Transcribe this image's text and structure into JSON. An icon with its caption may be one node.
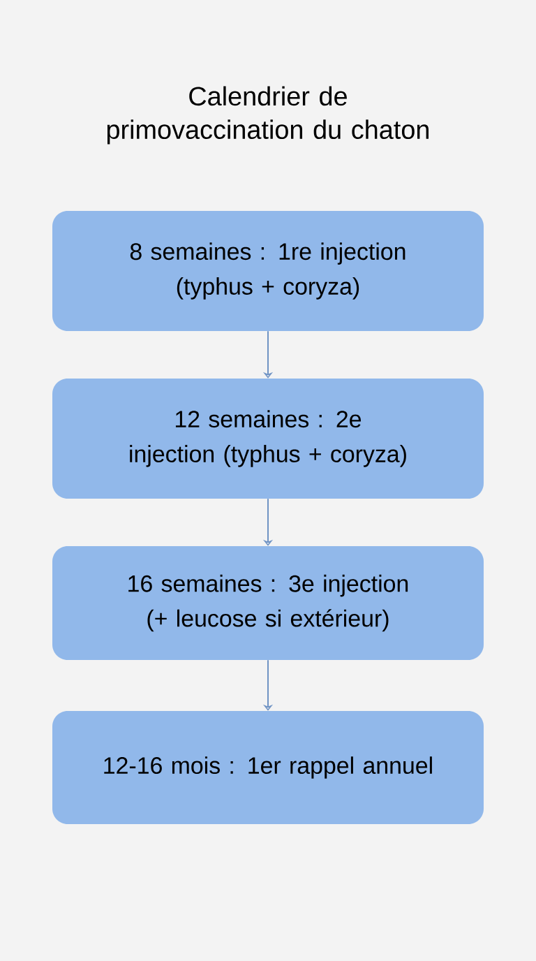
{
  "diagram": {
    "title": "Calendrier de primovaccination du chaton",
    "nodes": [
      {
        "text": [
          "8 semaines : 1re injection (typhus + coryza)"
        ]
      },
      {
        "text": [
          "12 semaines : 2e injection (typhus + coryza)"
        ]
      },
      {
        "text": [
          "16 semaines : 3e injection (+ leucose si extérieur)"
        ]
      },
      {
        "text": [
          "12-16 mois : 1er rappel annuel"
        ]
      }
    ],
    "edges": [
      {
        "from": 0,
        "to": 1,
        "arrow": "to"
      },
      {
        "from": 1,
        "to": 2,
        "arrow": "to"
      },
      {
        "from": 2,
        "to": 3,
        "arrow": "to"
      }
    ]
  }
}
